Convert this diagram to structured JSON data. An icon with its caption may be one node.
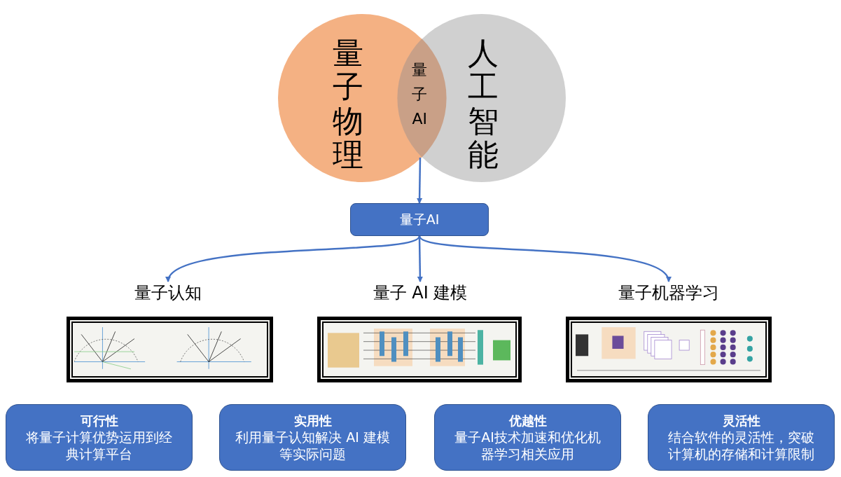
{
  "diagram": {
    "nodes": [
      {
        "text": [
          "量子物理"
        ]
      },
      {
        "text": [
          "人工智能"
        ]
      },
      {
        "text": [
          "量子AI"
        ]
      },
      {
        "text": [
          "量子AI"
        ]
      },
      {
        "text": [
          "量子认知"
        ]
      },
      {
        "text": [
          "量子 AI 建模"
        ]
      },
      {
        "text": [
          "量子机器学习"
        ]
      },
      {
        "text": [],
        "shape": "picture"
      },
      {
        "text": [],
        "shape": "picture"
      },
      {
        "text": [],
        "shape": "picture"
      },
      {
        "text": [
          "可行性",
          "将量子计算优势运用到经典计算平台"
        ]
      },
      {
        "text": [
          "实用性",
          "利用量子认知解决 AI 建模等实际问题"
        ]
      },
      {
        "text": [
          "优越性",
          "量子AI技术加速和优化机器学习相关应用"
        ]
      },
      {
        "text": [
          "灵活性",
          "结合软件的灵活性，突破计算机的存储和计算限制"
        ]
      }
    ],
    "edges": [
      {
        "from": 2,
        "to": 3,
        "arrow": "to"
      },
      {
        "from": 3,
        "to": 4,
        "arrow": "to"
      },
      {
        "from": 3,
        "to": 5,
        "arrow": "to"
      },
      {
        "from": 3,
        "to": 6,
        "arrow": "to"
      }
    ]
  }
}
